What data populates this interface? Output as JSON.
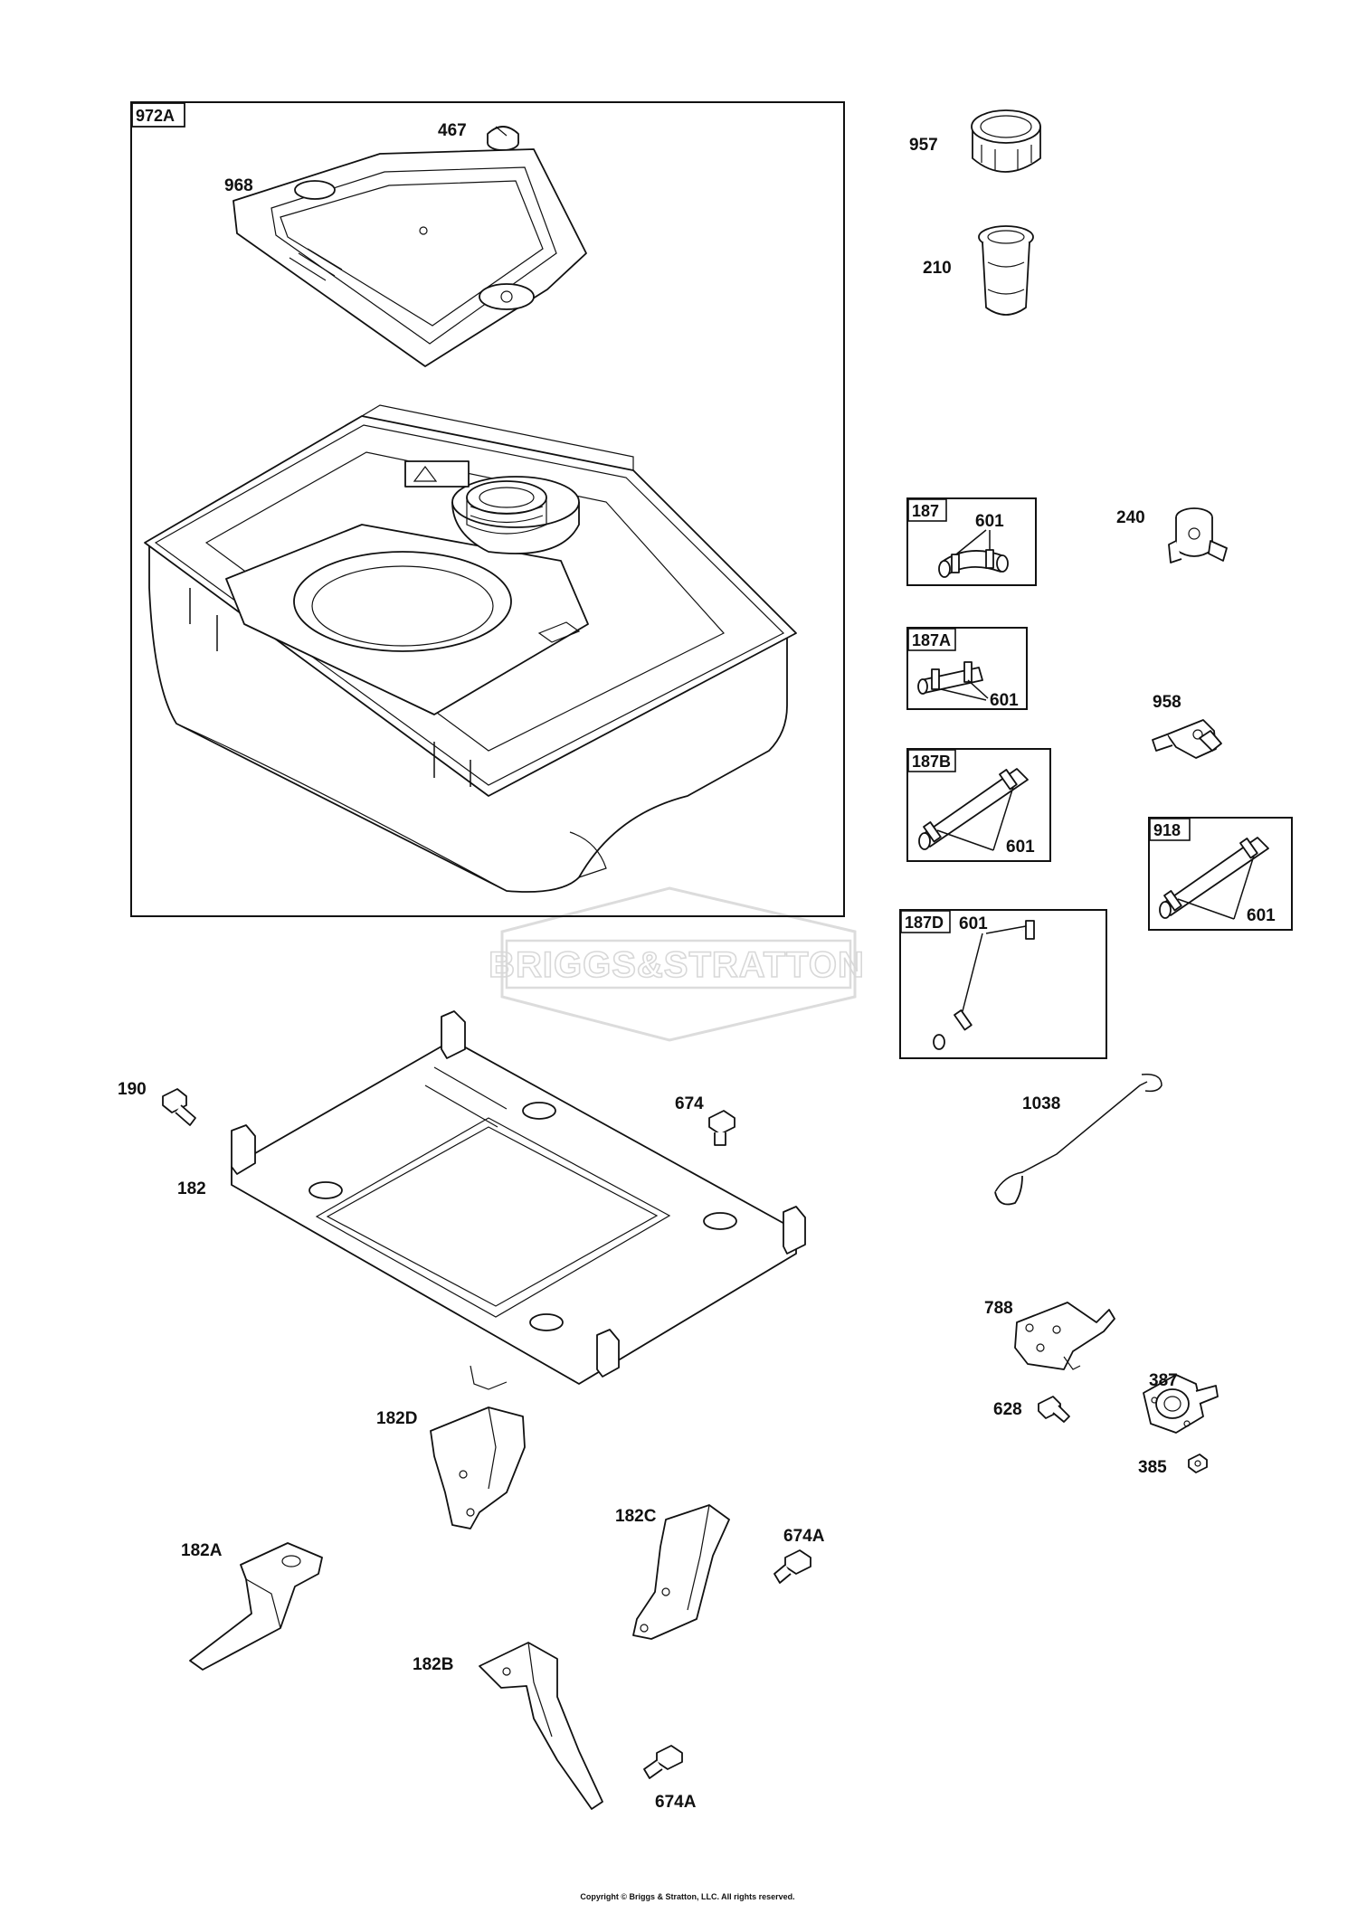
{
  "diagram": {
    "watermark": "BRIGGS&STRATTON",
    "copyright": "Copyright © Briggs & Stratton, LLC. All rights reserved.",
    "boxes": {
      "b972A": "972A",
      "b187": "187",
      "b187A": "187A",
      "b187B": "187B",
      "b918": "918",
      "b187D": "187D"
    },
    "parts": {
      "p467": "467",
      "p968": "968",
      "p957": "957",
      "p210": "210",
      "p240": "240",
      "p958": "958",
      "p601_187": "601",
      "p601_187A": "601",
      "p601_187B": "601",
      "p601_918": "601",
      "p601_187D": "601",
      "p190": "190",
      "p674": "674",
      "p182": "182",
      "p1038": "1038",
      "p788": "788",
      "p387": "387",
      "p628": "628",
      "p385": "385",
      "p182D": "182D",
      "p182C": "182C",
      "p674A_1": "674A",
      "p182A": "182A",
      "p182B": "182B",
      "p674A_2": "674A"
    }
  }
}
